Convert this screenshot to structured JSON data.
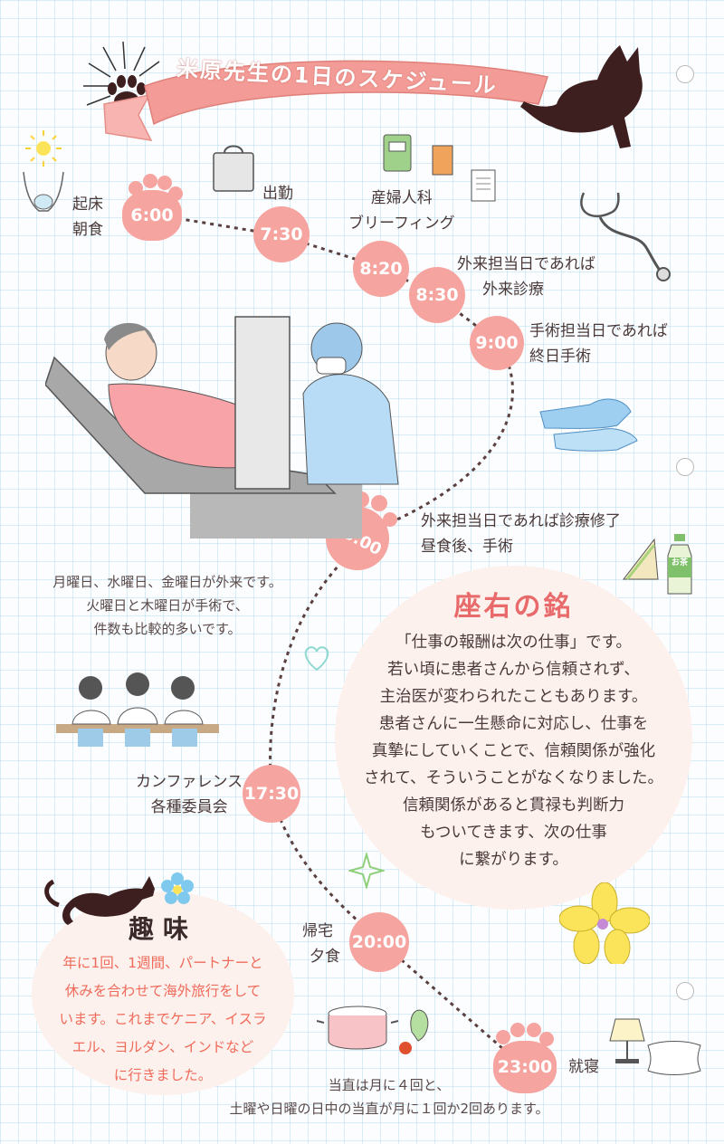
{
  "title": "米原先生の1日のスケジュール",
  "schedule": [
    {
      "time": "6:00",
      "lines": [
        "起床",
        "朝食"
      ]
    },
    {
      "time": "7:30",
      "lines": [
        "出勤"
      ]
    },
    {
      "time": "8:20",
      "lines": [
        "産婦人科",
        "ブリーフィング"
      ]
    },
    {
      "time": "8:30",
      "lines": [
        "外来担当日であれば",
        "外来診療"
      ]
    },
    {
      "time": "9:00",
      "lines": [
        "手術担当日であれば",
        "終日手術"
      ]
    },
    {
      "time": "13:00",
      "lines": [
        "外来担当日であれば診療修了",
        "昼食後、手術"
      ]
    },
    {
      "time": "17:30",
      "lines": [
        "カンファレンス",
        "各種委員会"
      ]
    },
    {
      "time": "20:00",
      "lines": [
        "帰宅",
        "夕食"
      ]
    },
    {
      "time": "23:00",
      "lines": [
        "就寝"
      ]
    }
  ],
  "weekly_note": [
    "月曜日、水曜日、金曜日が外来です。",
    "火曜日と木曜日が手術で、",
    "件数も比較的多いです。"
  ],
  "motto": {
    "title": "座右の銘",
    "lines": [
      "「仕事の報酬は次の仕事」です。",
      "若い頃に患者さんから信頼されず、",
      "主治医が変わられたこともあります。",
      "患者さんに一生懸命に対応し、仕事を",
      "真摯にしていくことで、信頼関係が強化",
      "されて、そういうことがなくなりました。",
      "信頼関係があると貫禄も判断力",
      "もついてきます、次の仕事",
      "に繋がります。"
    ]
  },
  "hobby": {
    "title": "趣味",
    "lines": [
      "年に1回、1週間、パートナーと",
      "休みを合わせて海外旅行をして",
      "います。これまでケニア、イスラ",
      "エル、ヨルダン、インドなど",
      "に行きました。"
    ]
  },
  "duty_note": [
    "当直は月に４回と、",
    "土曜や日曜の日中の当直が月に１回か2回あります。"
  ],
  "drink_label": "お茶",
  "colors": {
    "accent": "#f5a4a0",
    "ribbon": "#f39b96",
    "cat": "#3d1f1f",
    "text": "#4a3a3a",
    "hobby_text": "#ef6b5a"
  },
  "icons": [
    "paw-icon",
    "cat-icon",
    "sun-icon",
    "hands-icon",
    "bag-icon",
    "notebook-icon",
    "book-icon",
    "document-icon",
    "stethoscope-icon",
    "gloves-icon",
    "sandwich-icon",
    "tea-bottle-icon",
    "heart-icon",
    "sparkle-icon",
    "flower-icon",
    "pot-icon",
    "lamp-icon",
    "pillow-icon"
  ]
}
